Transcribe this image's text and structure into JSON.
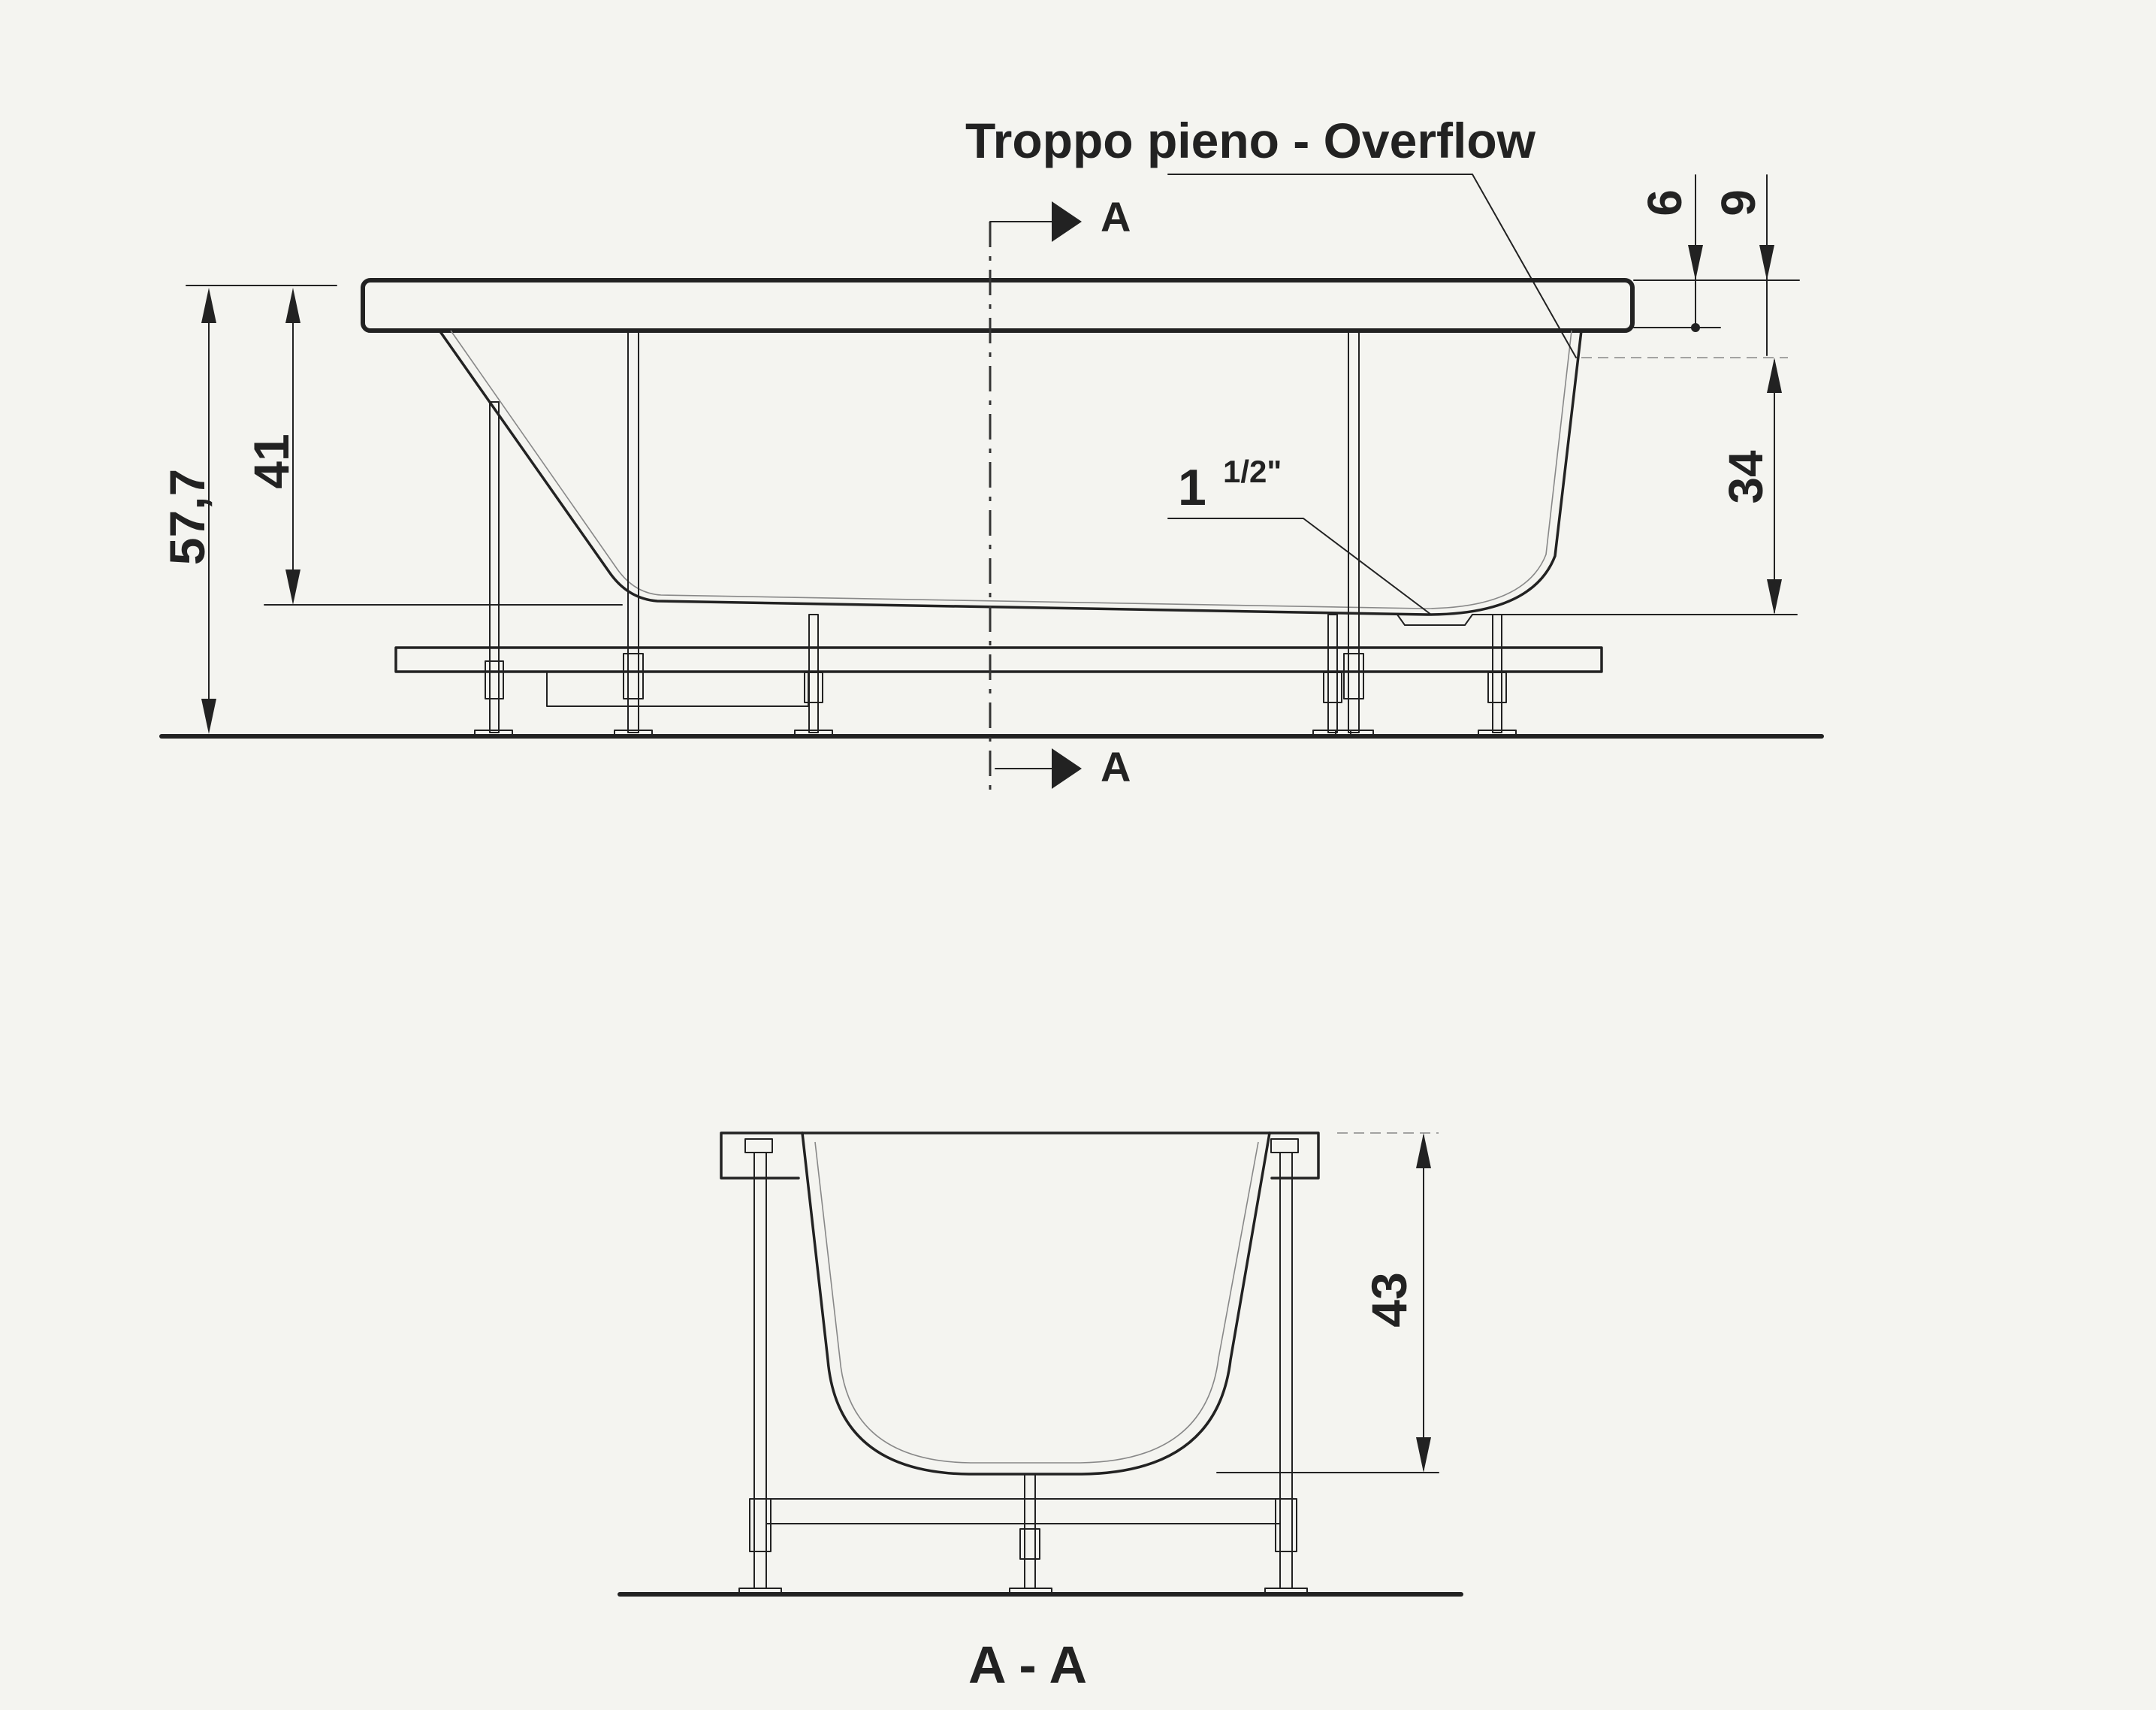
{
  "overflow_label": "Troppo pieno - Overflow",
  "section_marker": "A",
  "section_title": "A - A",
  "drain_size": {
    "whole": "1",
    "fraction": "1/2\""
  },
  "dimensions": {
    "total_height": "57,7",
    "depth_to_floor": "41",
    "rim_top": "6",
    "rim_overflow": "9",
    "overflow_depth": "34",
    "section_depth": "43"
  }
}
